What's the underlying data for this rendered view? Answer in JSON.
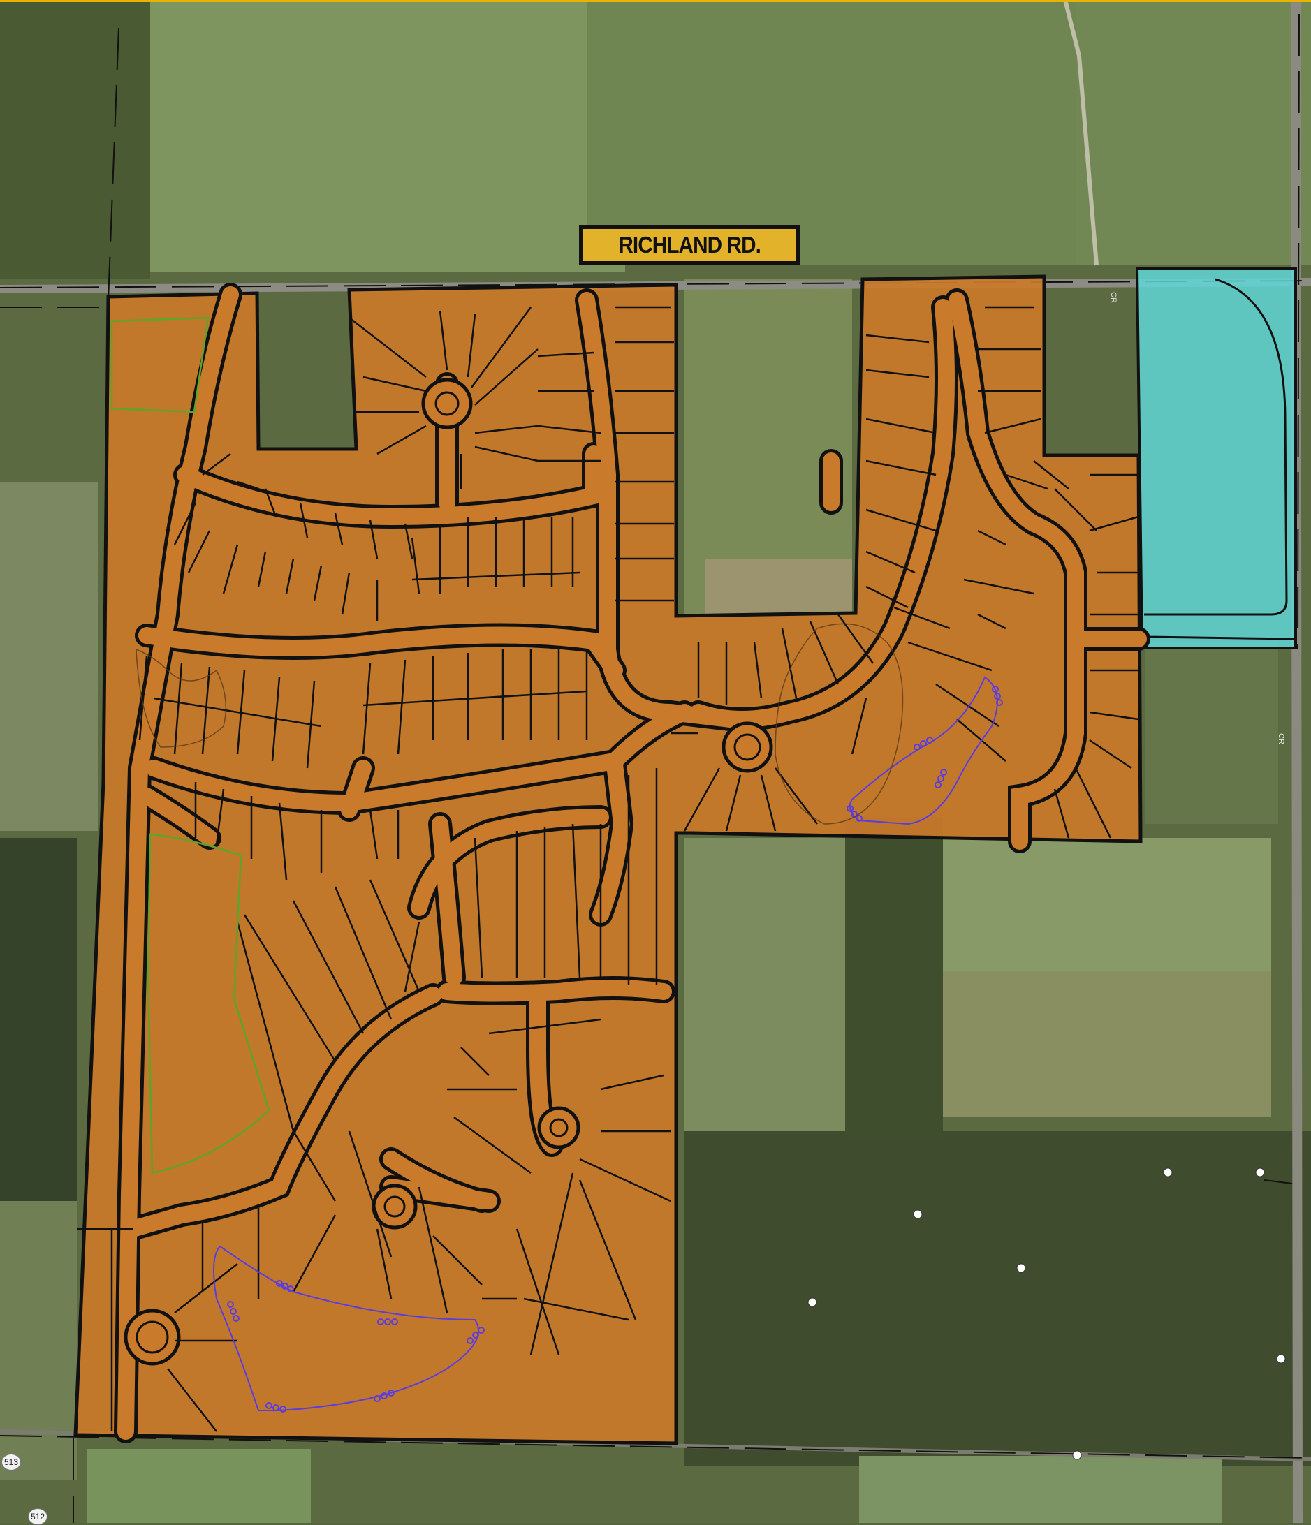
{
  "map": {
    "road_label": "RICHLAND RD.",
    "route_shields": [
      "513",
      "512"
    ],
    "vertical_labels": [
      "CR",
      "CR"
    ]
  },
  "colors": {
    "development": "#c97a2a",
    "future_parcel": "#5fd6d6",
    "boundary": "#111111",
    "pond_outline": "#5b3ce0",
    "open_space_outline": "#5ca42c",
    "road_label_bg": "#e3b22b",
    "field_light": "#7a8f5b",
    "field_dark": "#4f6136",
    "woods": "#3c4a2a"
  },
  "icons": [
    "route-shield-icon",
    "utility-pole-icon"
  ]
}
